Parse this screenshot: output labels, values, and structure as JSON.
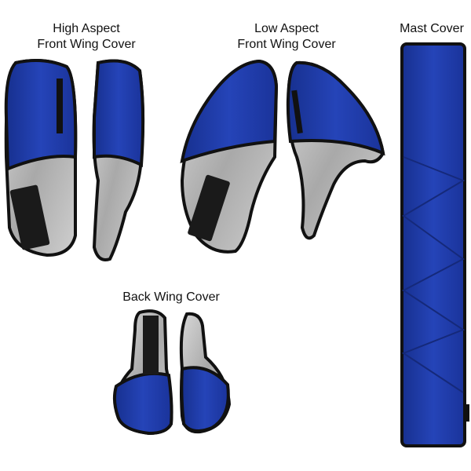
{
  "labels": {
    "high_aspect_line1": "High Aspect",
    "high_aspect_line2": "Front Wing Cover",
    "low_aspect_line1": "Low Aspect",
    "low_aspect_line2": "Front Wing Cover",
    "mast": "Mast Cover",
    "back_wing": "Back Wing Cover"
  },
  "colors": {
    "cover_blue": "#1e3aa8",
    "lining_silver": "#b9b9b9",
    "trim_black": "#111111"
  }
}
